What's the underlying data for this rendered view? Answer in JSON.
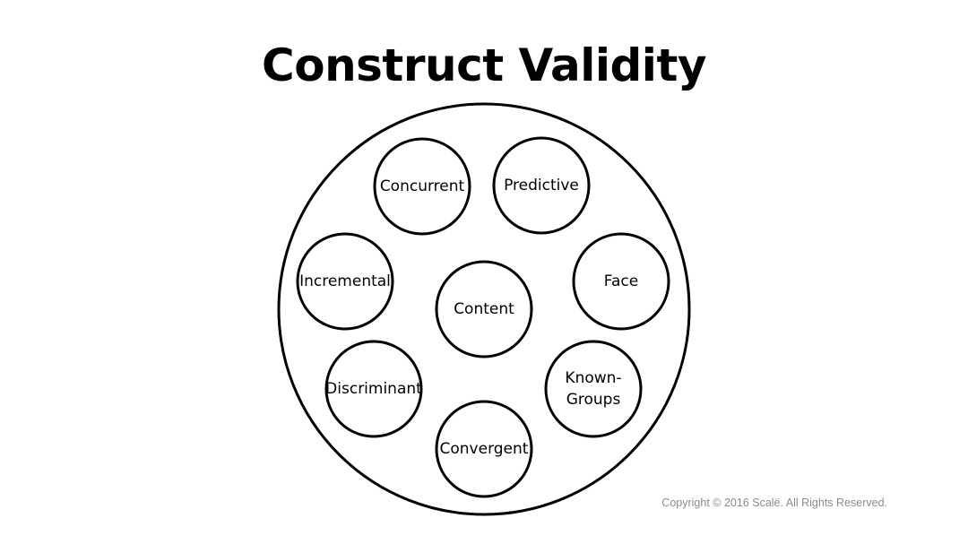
{
  "title": "Construct Validity",
  "outer_label": "",
  "nodes": [
    {
      "id": "concurrent",
      "lines": [
        "Concurrent"
      ]
    },
    {
      "id": "predictive",
      "lines": [
        "Predictive"
      ]
    },
    {
      "id": "incremental",
      "lines": [
        "Incremental"
      ]
    },
    {
      "id": "content",
      "lines": [
        "Content"
      ]
    },
    {
      "id": "face",
      "lines": [
        "Face"
      ]
    },
    {
      "id": "discriminant",
      "lines": [
        "Discriminant"
      ]
    },
    {
      "id": "known-groups",
      "lines": [
        "Known-",
        "Groups"
      ]
    },
    {
      "id": "convergent",
      "lines": [
        "Convergent"
      ]
    }
  ],
  "copyright": "Copyright © 2016 Scalë. All Rights Reserved."
}
